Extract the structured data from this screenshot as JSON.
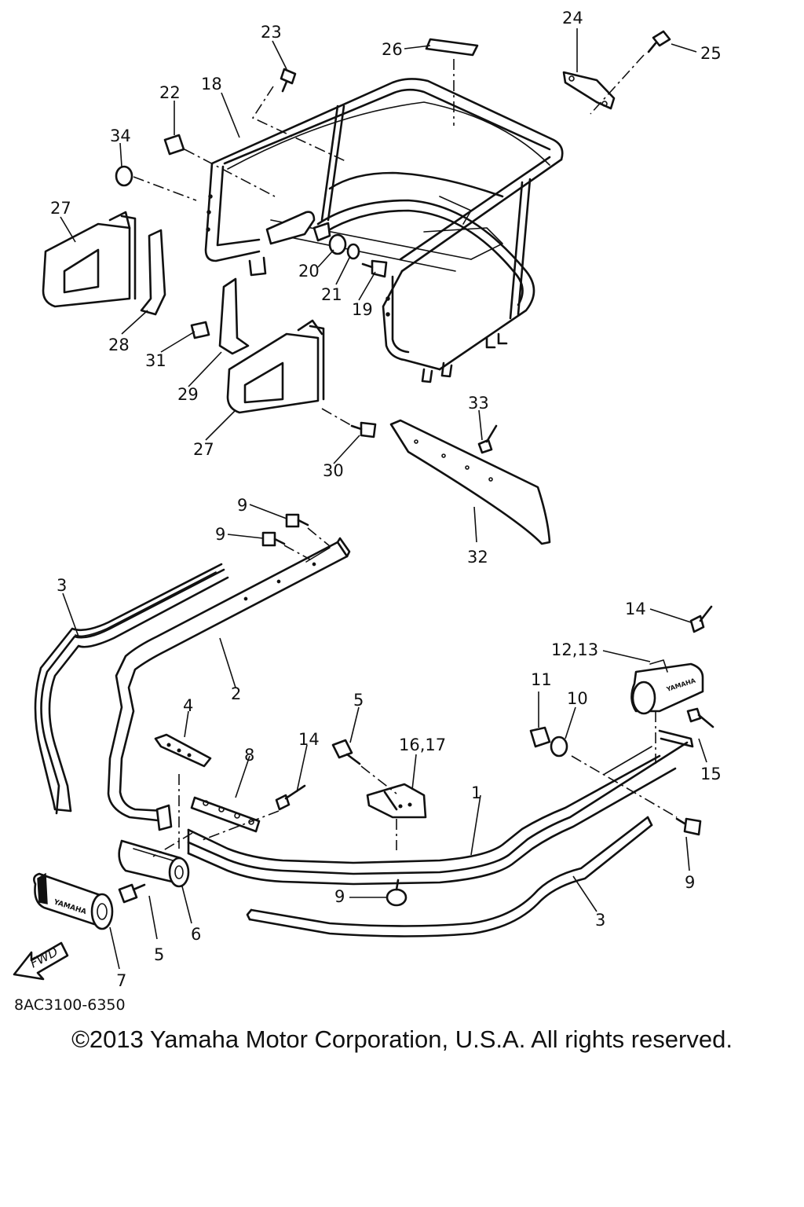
{
  "callouts": [
    "23",
    "24",
    "25",
    "26",
    "22",
    "18",
    "34",
    "27",
    "20",
    "21",
    "19",
    "28",
    "31",
    "29",
    "27",
    "33",
    "30",
    "32",
    "9",
    "9",
    "3",
    "2",
    "14",
    "12,13",
    "11",
    "10",
    "4",
    "5",
    "16,17",
    "14",
    "8",
    "15",
    "1",
    "9",
    "6",
    "9",
    "5",
    "3",
    "7"
  ],
  "fwd_label": "FWD",
  "brand_text": "YAMAHA",
  "diagram_code": "8AC3100-6350",
  "copyright": "©2013 Yamaha Motor Corporation, U.S.A. All rights reserved."
}
